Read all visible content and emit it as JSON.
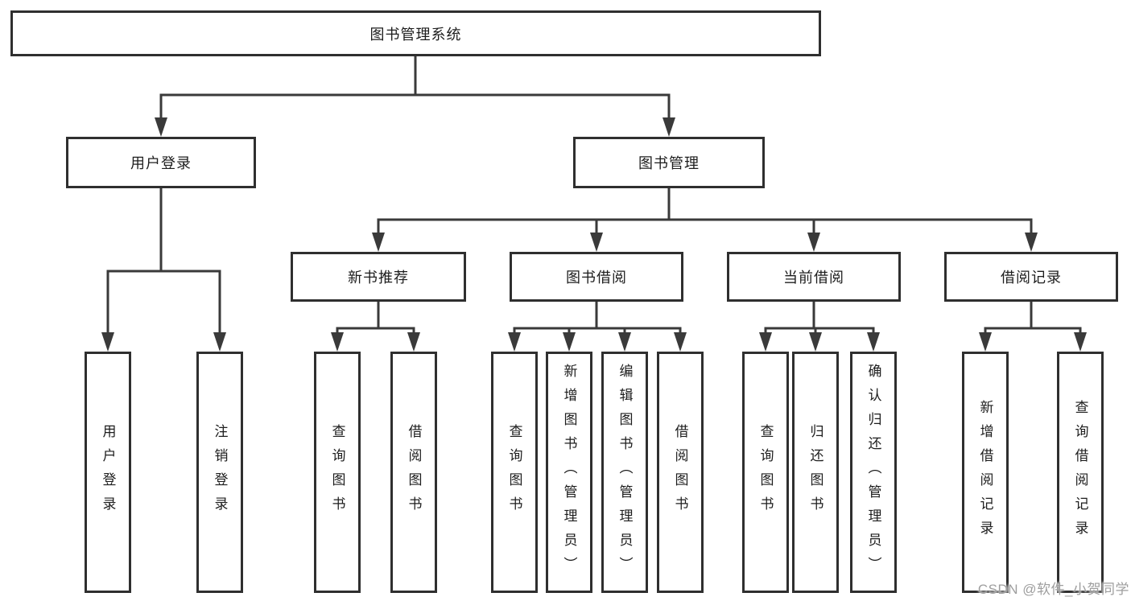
{
  "tree": {
    "label": "图书管理系统",
    "children": [
      {
        "label": "用户登录",
        "children": [
          {
            "label": "用户登录"
          },
          {
            "label": "注销登录"
          }
        ]
      },
      {
        "label": "图书管理",
        "children": [
          {
            "label": "新书推荐",
            "children": [
              {
                "label": "查询图书"
              },
              {
                "label": "借阅图书"
              }
            ]
          },
          {
            "label": "图书借阅",
            "children": [
              {
                "label": "查询图书"
              },
              {
                "label": "新增图书（管理员）"
              },
              {
                "label": "编辑图书（管理员）"
              },
              {
                "label": "借阅图书"
              }
            ]
          },
          {
            "label": "当前借阅",
            "children": [
              {
                "label": "查询图书"
              },
              {
                "label": "归还图书"
              },
              {
                "label": "确认归还（管理员）"
              }
            ]
          },
          {
            "label": "借阅记录",
            "children": [
              {
                "label": "新增借阅记录"
              },
              {
                "label": "查询借阅记录"
              }
            ]
          }
        ]
      }
    ]
  },
  "watermark": "CSDN @软件_小贺同学",
  "colors": {
    "line": "#3a3a3a",
    "box_border": "#2f2f2f",
    "text": "#1d1d1d",
    "watermark": "#9e9e9e",
    "background": "#ffffff"
  }
}
